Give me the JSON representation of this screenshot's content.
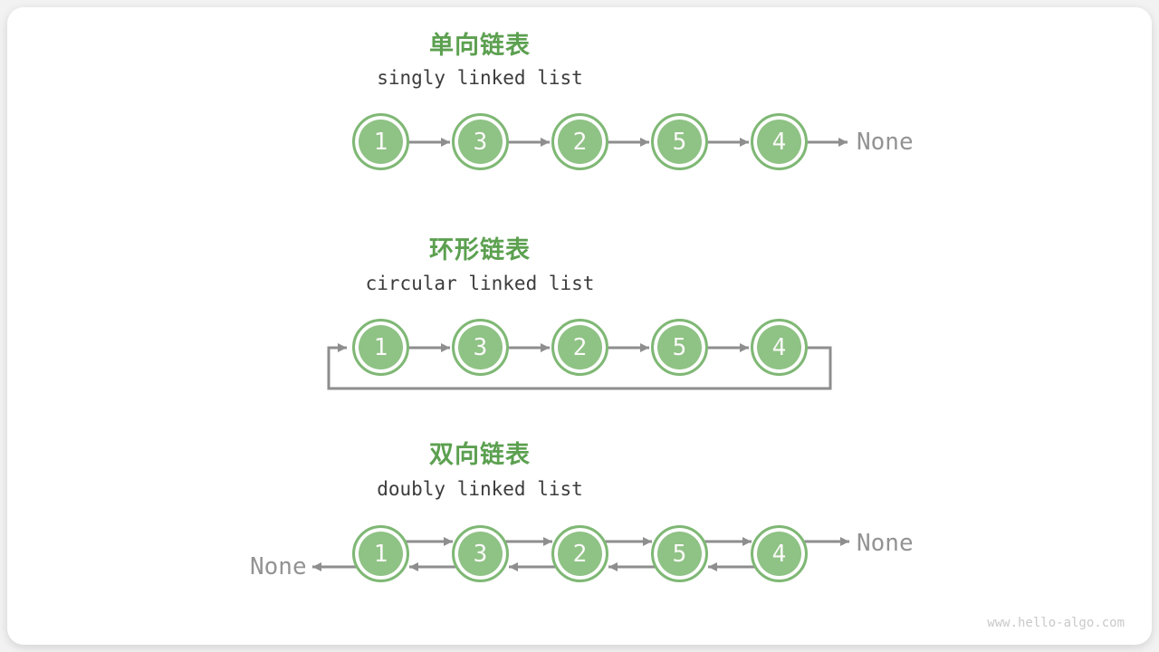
{
  "watermark": "www.hello-algo.com",
  "colors": {
    "title_green": "#5ca050",
    "node_fill": "#8fc285",
    "node_border": "#7fb875",
    "node_text": "#fafaf8",
    "arrow_gray": "#8e8e8e",
    "none_gray": "#939393",
    "subtitle_dark": "#3c3c3c",
    "card_background": "#ffffff",
    "page_background": "#f2f2f2",
    "watermark_gray": "#c9c9c9"
  },
  "sections": [
    {
      "id": "singly",
      "title_cn": "单向链表",
      "title_en": "singly linked list",
      "values": [
        "1",
        "3",
        "2",
        "5",
        "4"
      ],
      "tail_label": "None"
    },
    {
      "id": "circular",
      "title_cn": "环形链表",
      "title_en": "circular linked list",
      "values": [
        "1",
        "3",
        "2",
        "5",
        "4"
      ]
    },
    {
      "id": "doubly",
      "title_cn": "双向链表",
      "title_en": "doubly linked list",
      "values": [
        "1",
        "3",
        "2",
        "5",
        "4"
      ],
      "head_label": "None",
      "tail_label": "None"
    }
  ]
}
